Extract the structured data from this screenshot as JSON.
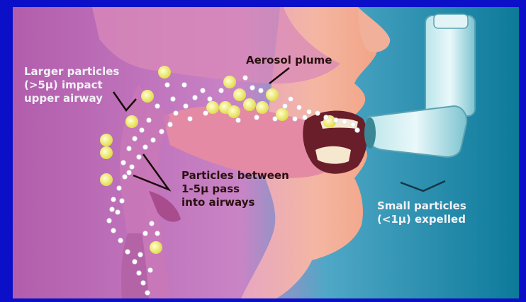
{
  "labels": {
    "larger_particles": "Larger particles\n(>5μ) impact\nupper airway",
    "aerosol_plume": "Aerosol plume",
    "particles_between": "Particles between\n1-5μ pass\ninto airways",
    "small_particles": "Small particles\n(<1μ) expelled"
  },
  "colors": {
    "border": "#0b10c8",
    "background_left": "#b45fb2",
    "background_right": "#1aa6c4",
    "skin": "#f0a090",
    "particle_large": "#f4f07a",
    "particle_small": "#ffffff"
  }
}
